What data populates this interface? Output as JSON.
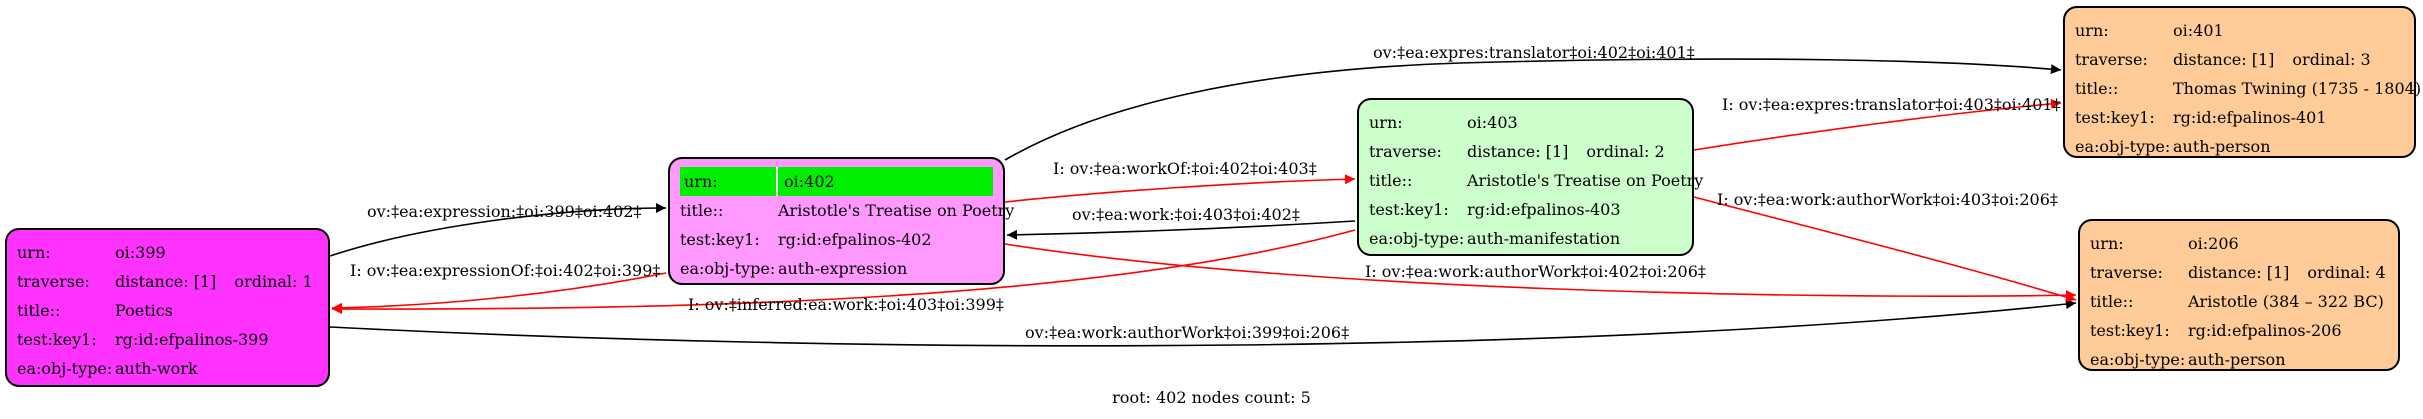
{
  "nodes": [
    {
      "id": "n399",
      "color": "#ff33ff",
      "rows": [
        {
          "key": "urn:",
          "value": "oi:399"
        },
        {
          "key": "traverse:",
          "value": "distance: [1]",
          "extra": "ordinal: 1"
        },
        {
          "key": "title::",
          "value": "Poetics"
        },
        {
          "key": "test:key1:",
          "value": "rg:id:efpalinos-399"
        },
        {
          "key": "ea:obj-type:",
          "value": "auth-work"
        }
      ]
    },
    {
      "id": "n402",
      "color": "#ff99ff",
      "highlight_color": "#00ee00",
      "rows": [
        {
          "key": "urn:",
          "value": "oi:402",
          "highlight": true
        },
        {
          "key": "title::",
          "value": "Aristotle's Treatise on Poetry"
        },
        {
          "key": "test:key1:",
          "value": "rg:id:efpalinos-402"
        },
        {
          "key": "ea:obj-type:",
          "value": "auth-expression"
        }
      ]
    },
    {
      "id": "n403",
      "color": "#ccffcc",
      "rows": [
        {
          "key": "urn:",
          "value": "oi:403"
        },
        {
          "key": "traverse:",
          "value": "distance: [1]",
          "extra": "ordinal: 2"
        },
        {
          "key": "title::",
          "value": "Aristotle's Treatise on Poetry"
        },
        {
          "key": "test:key1:",
          "value": "rg:id:efpalinos-403"
        },
        {
          "key": "ea:obj-type:",
          "value": "auth-manifestation"
        }
      ]
    },
    {
      "id": "n401",
      "color": "#ffcc99",
      "rows": [
        {
          "key": "urn:",
          "value": "oi:401"
        },
        {
          "key": "traverse:",
          "value": "distance: [1]",
          "extra": "ordinal: 3"
        },
        {
          "key": "title::",
          "value": "Thomas Twining (1735 - 1804)"
        },
        {
          "key": "test:key1:",
          "value": "rg:id:efpalinos-401"
        },
        {
          "key": "ea:obj-type:",
          "value": "auth-person"
        }
      ]
    },
    {
      "id": "n206",
      "color": "#ffcc99",
      "rows": [
        {
          "key": "urn:",
          "value": "oi:206"
        },
        {
          "key": "traverse:",
          "value": "distance: [1]",
          "extra": "ordinal: 4"
        },
        {
          "key": "title::",
          "value": "Aristotle (384 – 322 BC)"
        },
        {
          "key": "test:key1:",
          "value": "rg:id:efpalinos-206"
        },
        {
          "key": "ea:obj-type:",
          "value": "auth-person"
        }
      ]
    }
  ],
  "edges": [
    {
      "id": "e1",
      "label": "ov:‡ea:expression:‡oi:399‡oi:402‡",
      "color": "#000000"
    },
    {
      "id": "e2",
      "label": "I: ov:‡ea:expressionOf:‡oi:402‡oi:399‡",
      "color": "#ff0000"
    },
    {
      "id": "e3",
      "label": "ov:‡ea:work:authorWork‡oi:399‡oi:206‡",
      "color": "#000000"
    },
    {
      "id": "e4",
      "label": "ov:‡ea:expres:translator‡oi:402‡oi:401‡",
      "color": "#000000"
    },
    {
      "id": "e5",
      "label": "I: ov:‡ea:workOf:‡oi:402‡oi:403‡",
      "color": "#ff0000"
    },
    {
      "id": "e6",
      "label": "ov:‡ea:work:‡oi:403‡oi:402‡",
      "color": "#000000"
    },
    {
      "id": "e7",
      "label": "I: ov:‡ea:work:authorWork‡oi:402‡oi:206‡",
      "color": "#ff0000"
    },
    {
      "id": "e8",
      "label": "I: ov:‡inferred:ea:work:‡oi:403‡oi:399‡",
      "color": "#ff0000"
    },
    {
      "id": "e9",
      "label": "I: ov:‡ea:expres:translator‡oi:403‡oi:401‡",
      "color": "#ff0000"
    },
    {
      "id": "e10",
      "label": "I: ov:‡ea:work:authorWork‡oi:403‡oi:206‡",
      "color": "#ff0000"
    }
  ],
  "footer": "root: 402 nodes count: 5"
}
